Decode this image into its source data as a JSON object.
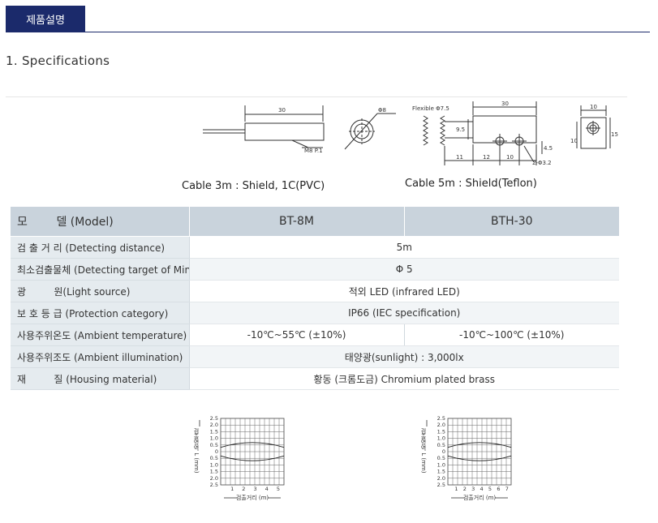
{
  "tab": {
    "label": "제품설명"
  },
  "section": {
    "title": "1. Specifications"
  },
  "diagram_left": {
    "caption": "Cable 3m : Shield, 1C(PVC)",
    "dim_length": "30",
    "dim_diameter": "Φ8",
    "thread": "M8 P.1"
  },
  "diagram_right": {
    "caption": "Cable 5m : Shield(Teflon)",
    "flexible": "Flexible Φ7.5",
    "dim_length": "30",
    "dim_height": "9.5",
    "dim_11": "11",
    "dim_12": "12",
    "dim_10": "10",
    "dim_45": "4.5",
    "holes": "2-Φ3.2",
    "side_w": "10",
    "side_h_left": "10",
    "side_h_right": "15"
  },
  "table": {
    "head_label": "모        델 (Model)",
    "models": [
      "BT-8M",
      "BTH-30"
    ],
    "rows": [
      {
        "label": "검 출 거 리 (Detecting distance)",
        "value": "5m"
      },
      {
        "label": "최소검출물체 (Detecting target of Min.)",
        "value": "Φ 5"
      },
      {
        "label": "광         원(Light source)",
        "value": "적외 LED (infrared LED)"
      },
      {
        "label": "보 호 등 급 (Protection category)",
        "value": "IP66 (IEC specification)"
      },
      {
        "label": "사용주위온도 (Ambient temperature)",
        "value_a": "-10℃~55℃ (±10%)",
        "value_b": "-10℃~100℃ (±10%)"
      },
      {
        "label": "사용주위조도 (Ambient illumination)",
        "value": "태양광(sunlight) : 3,000lx"
      },
      {
        "label": "재         질 (Housing material)",
        "value": "황동 (크롬도금) Chromium plated brass"
      }
    ]
  },
  "graphs": {
    "y_axis_label": "검출영역 L (mm)",
    "y_ticks": [
      "2.5",
      "2.0",
      "1.5",
      "1.0",
      "0.5",
      "0",
      "0.5",
      "1.0",
      "1.5",
      "2.0",
      "2.5"
    ],
    "x_axis_label": "검출거리 (m)",
    "left_x_ticks": [
      "1",
      "2",
      "3",
      "4",
      "5"
    ],
    "right_x_ticks": [
      "1",
      "2",
      "3",
      "4",
      "5",
      "6",
      "7"
    ]
  }
}
